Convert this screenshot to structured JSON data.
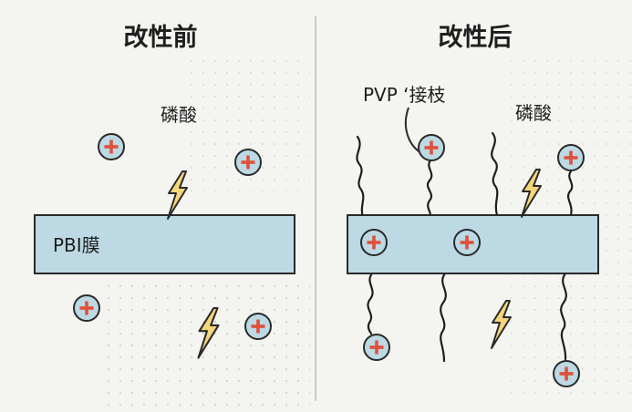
{
  "left_panel": {
    "title": "改性前",
    "acid_label": "磷酸",
    "membrane_label": "PBI膜"
  },
  "right_panel": {
    "title": "改性后",
    "graft_label": "PVP ‘接枝",
    "acid_label": "磷酸"
  },
  "colors": {
    "background": "#f4f4f1",
    "membrane_fill": "#bcd9e4",
    "ion_fill": "#bcd9e4",
    "plus_color": "#e0503a",
    "bolt_fill": "#f3d67a",
    "outline": "#2a2a2a"
  }
}
